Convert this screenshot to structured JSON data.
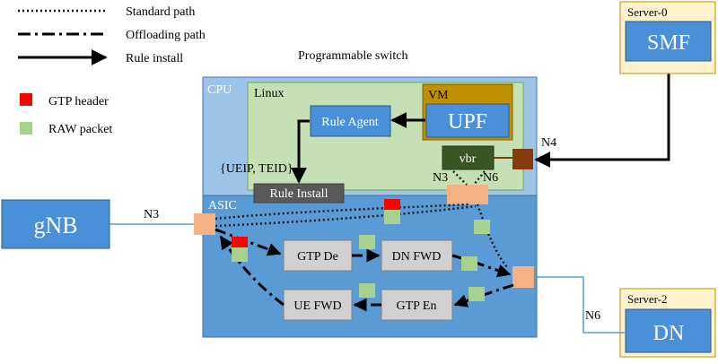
{
  "legend": {
    "standard_path": "Standard path",
    "offloading_path": "Offloading path",
    "rule_install": "Rule install",
    "gtp_header": "GTP header",
    "raw_packet": "RAW packet"
  },
  "switch_title": "Programmable switch",
  "boxes": {
    "cpu": "CPU",
    "linux": "Linux",
    "vm": "VM",
    "upf": "UPF",
    "rule_agent": "Rule Agent",
    "vbr": "vbr",
    "rule_install": "Rule Install",
    "asic": "ASIC",
    "gtp_de": "GTP De",
    "dn_fwd": "DN FWD",
    "gtp_en": "GTP En",
    "ue_fwd": "UE FWD",
    "gnb": "gNB",
    "server0": "Server-0",
    "smf": "SMF",
    "server2": "Server-2",
    "dn": "DN"
  },
  "labels": {
    "rule_tuple": "{UEIP, TEID}",
    "n3_left": "N3",
    "n3_vbr": "N3",
    "n6_vbr": "N6",
    "n4": "N4",
    "n6_right": "N6"
  },
  "colors": {
    "outer_blue": "#9dc3e6",
    "asic_blue": "#5b9bd5",
    "linux_green": "#c5e0b4",
    "vm_gold": "#bf9000",
    "upf_blue": "#4a90d9",
    "vbr_green": "#375623",
    "port_peach": "#f4b183",
    "n4_brown": "#843c0c",
    "gtp_red": "#ff0000",
    "raw_green": "#a9d18e",
    "server_bg": "#fff2cc",
    "module_gray": "#d0d0d0"
  }
}
